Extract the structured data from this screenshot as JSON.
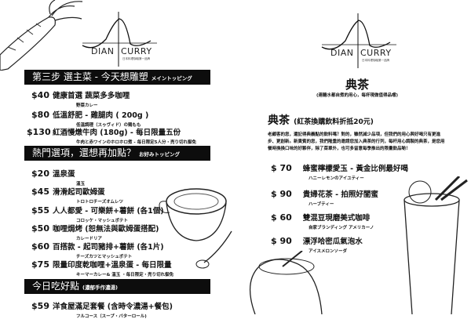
{
  "logo": {
    "left_word": "DIAN",
    "right_word": "CURRY",
    "tagline": "日本料理咖喱第一品牌"
  },
  "left": {
    "sections": [
      {
        "title": "第三步  選主菜 - 今天想雕塑",
        "subtitle": "メイントッピング",
        "items": [
          {
            "price": "$40",
            "name": "健康首選 蔬菜多多咖哩",
            "sub": "野菜カレー"
          },
          {
            "price": "$80",
            "name": "低溫舒肥 - 雞腿肉 ( 200g )",
            "sub": "低温調理（スゥヴィド）の鶏もも"
          },
          {
            "price": "$130",
            "name": "紅酒慢燉牛肉 (180g) - 每日限量五份",
            "sub": "牛肉と赤ワインのホロホロ煮 - 毎日限定5人分・売り切れ御免"
          }
        ]
      },
      {
        "title": "熱門選項，還想再加點？",
        "subtitle": "お好みトッピング",
        "items": [
          {
            "price": "$20",
            "name": "溫泉蛋",
            "sub": "温玉"
          },
          {
            "price": "$45",
            "name": "滑滑起司歐姆蛋",
            "sub": "トロトロチーズオムレツ"
          },
          {
            "price": "$55",
            "name": "人人都愛 - 可樂餅+薯餅 (各1個)",
            "sub": "コロッケ・マッシュポテト"
          },
          {
            "price": "$50",
            "name": "咖哩焗烤 (恕無法與歐姆蛋搭配)",
            "sub": "カレードリア"
          },
          {
            "price": "$60",
            "name": "百搭款 - 起司豬排+薯餅 (各1片)",
            "sub": "チーズカツとマッシュポテト"
          },
          {
            "price": "$75",
            "name": "限量印度乾咖哩+溫泉蛋 - 每日限量",
            "sub": "キーマーカレー& 温玉  ・毎日限定・売り切れ御免"
          }
        ]
      },
      {
        "title": "今日吃好點",
        "subtitle": "(濃郁手作濃湯)",
        "items": [
          {
            "price": "$59",
            "name": "洋食屋滿足套餐 (含時令濃湯+餐包)",
            "sub": "フルコース（スープ・バターロール)"
          }
        ]
      }
    ]
  },
  "right": {
    "title": "典茶",
    "subtitle": "(連糖水都自煮的用心，每杯現做值得品嚐)",
    "section_title": "典茶",
    "section_note": "(紅茶換購飲料折抵20元)",
    "description": "老顧客的您，還記得典義點的飲料嗎？對的，雖然減少品項，但我們的用心與好喝只有更進步、更創新。新責賓的您，我們隆重的邀請您加入典茶的行列，每杆用心調製的典茶，是您用餐時換換口味的好夥伴，除了菜單外，也可多留意每季推出的限量飲品喲！",
    "items": [
      {
        "price": "$ 70",
        "name": "蜂蜜檸檬愛玉 - 黃金比例最好喝",
        "sub": "ハニーレモンのアイユティー"
      },
      {
        "price": "$ 90",
        "name": "貴婦花茶 - 拍照好閨蜜",
        "sub": "ハーブティー"
      },
      {
        "price": "$ 60",
        "name": "雙混豆現磨美式咖啡",
        "sub": "自家ブランディング  アメリカーノ"
      },
      {
        "price": "$ 90",
        "name": "漂浮哈密瓜氣泡水",
        "sub": "アイスメロンソーダ"
      }
    ]
  }
}
